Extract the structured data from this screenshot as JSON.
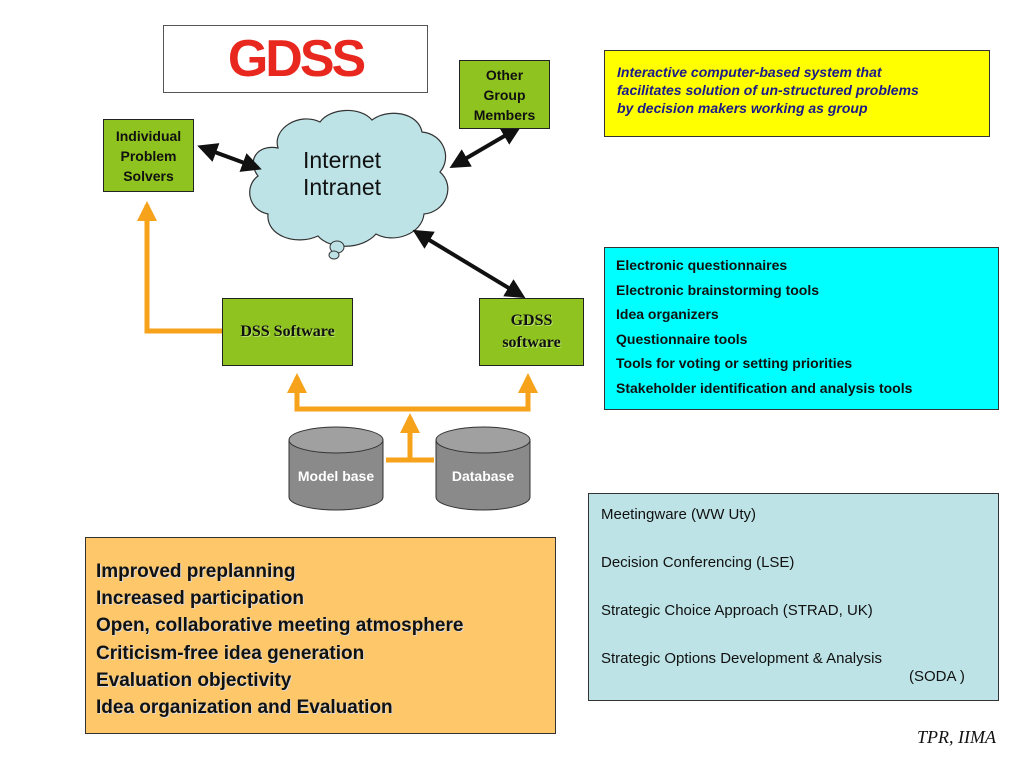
{
  "title": "GDSS",
  "nodes": {
    "individual": [
      "Individual",
      "Problem",
      "Solvers"
    ],
    "other": [
      "Other",
      "Group",
      "Members"
    ],
    "cloud": [
      "Internet",
      "Intranet"
    ],
    "dss_software": "DSS Software",
    "gdss_software": [
      "GDSS",
      "software"
    ],
    "model_base": "Model base",
    "database": "Database"
  },
  "definition": [
    "Interactive computer-based system that",
    "facilitates solution of un-structured problems",
    "by decision makers working as group"
  ],
  "tools": [
    "Electronic questionnaires",
    "Electronic brainstorming tools",
    "Idea organizers",
    "Questionnaire tools",
    "Tools for voting or setting priorities",
    "Stakeholder identification and analysis tools"
  ],
  "methods": [
    "Meetingware (WW Uty)",
    "Decision Conferencing (LSE)",
    "Strategic Choice Approach (STRAD, UK)",
    "Strategic Options Development & Analysis",
    "(SODA )"
  ],
  "benefits": [
    "Improved preplanning",
    "Increased participation",
    "Open, collaborative meeting atmosphere",
    "Criticism-free idea generation",
    "Evaluation objectivity",
    "Idea organization and Evaluation"
  ],
  "credit": "TPR, IIMA",
  "colors": {
    "title_red": "#e8281e",
    "node_green": "#8fc31f",
    "cloud_fill": "#bde3e6",
    "definition_yellow": "#ffff00",
    "tools_cyan": "#00ffff",
    "methods_blue": "#bde3e6",
    "benefits_orange": "#fdc76a",
    "connector_orange": "#f7a21b",
    "cylinder_gray": "#8a8a8a"
  }
}
